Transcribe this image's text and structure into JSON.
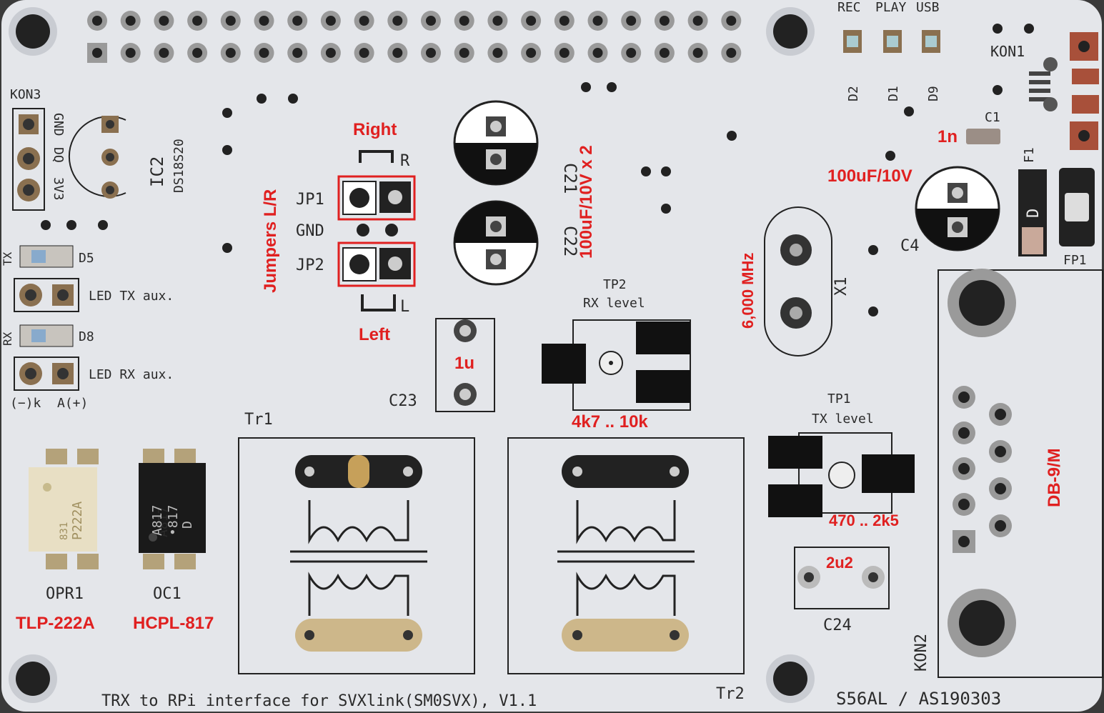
{
  "board": {
    "footer": "TRX to RPi interface for SVXlink(SM0SVX), V1.1",
    "signature": "S56AL / AS190303"
  },
  "silkscreen": {
    "kon1": "KON1",
    "kon2": "KON2",
    "kon3": "KON3",
    "gnd": "GND",
    "dq": "DQ",
    "v3": "3V3",
    "ic2": "IC2",
    "ds18s20": "DS18S20",
    "rec": "REC",
    "play": "PLAY",
    "usb": "USB",
    "d2": "D2",
    "d1": "D1",
    "d9": "D9",
    "c1": "C1",
    "f1": "F1",
    "fp1": "FP1",
    "c4": "C4",
    "c21": "C21",
    "c22": "C22",
    "c23": "C23",
    "c24": "C24",
    "jp1": "JP1",
    "jp2": "JP2",
    "gnd_mid": "GND",
    "r_mark": "R",
    "l_mark": "L",
    "tp2": "TP2",
    "rx_level": "RX level",
    "tp1": "TP1",
    "tx_level": "TX level",
    "x1": "X1",
    "tr1": "Tr1",
    "tr2": "Tr2",
    "tx": "TX",
    "rx": "RX",
    "d5": "D5",
    "d8": "D8",
    "led_tx": "LED TX aux.",
    "led_rx": "LED RX aux.",
    "cathode": "(−)k",
    "anode": "A(+)",
    "opr1": "OPR1",
    "oc1": "OC1",
    "chip_oc1_a": "A817",
    "chip_oc1_b": "•817",
    "chip_oc1_c": "D",
    "chip_opr_a": "831",
    "chip_opr_b": "P222A",
    "fuse_mark": "D"
  },
  "annotations": {
    "right": "Right",
    "left": "Left",
    "jumpers": "Jumpers L/R",
    "c21_c22": "100uF/10V x 2",
    "c4": "100uF/10V",
    "c1": "1n",
    "x1": "6,000 MHz",
    "c23": "1u",
    "tp2": "4k7 .. 10k",
    "tp1": "470 .. 2k5",
    "c24": "2u2",
    "db9": "DB-9/M",
    "opr1": "TLP-222A",
    "oc1": "HCPL-817"
  },
  "colors": {
    "board": "#e4e6ea",
    "silk": "#2a2a2a",
    "annotation": "#e02020",
    "pad": "#cdb78a"
  }
}
